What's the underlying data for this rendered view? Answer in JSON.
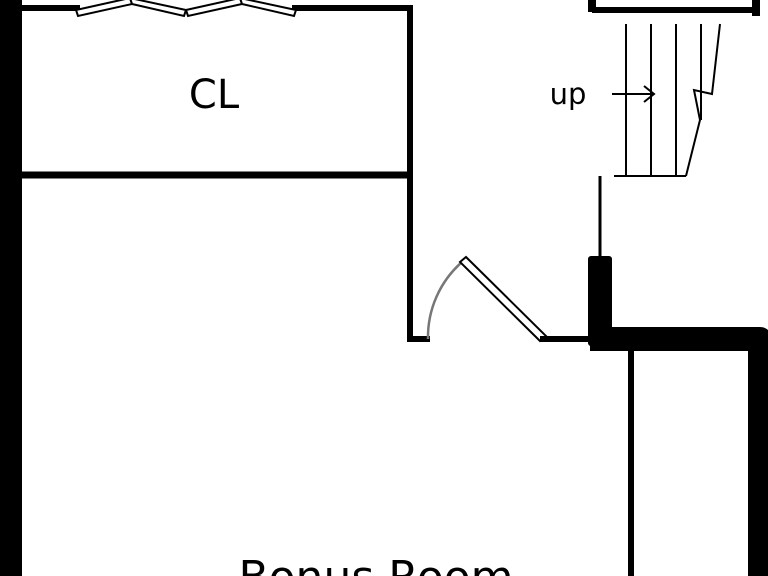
{
  "labels": {
    "closet": "CL",
    "stairs_direction": "up",
    "room": "Bonus Room"
  },
  "colors": {
    "wall": "#000000",
    "door_swing": "#777777",
    "background": "#ffffff"
  }
}
